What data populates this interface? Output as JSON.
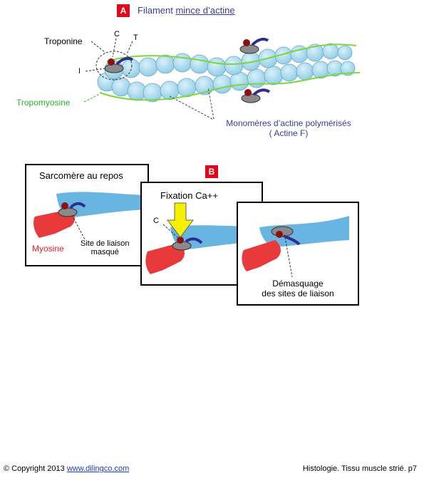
{
  "panel_a": {
    "badge": "A",
    "title_prefix": "Filament ",
    "title_link": "mince d’actine",
    "label_troponine": "Troponine",
    "label_c": "C",
    "label_t": "T",
    "label_i": "I",
    "label_tropomyosine": "Tropomyosine",
    "label_monomeres_line1": "Monomères d’actine polymérisés",
    "label_monomeres_line2": "( Actine F)"
  },
  "panel_b": {
    "badge": "B",
    "box1_title": "Sarcomère au repos",
    "box1_myosine": "Myosine",
    "box1_site_line1": "Site de liaison",
    "box1_site_line2": "masqué",
    "box2_title": "Fixation Ca++",
    "box2_c": "C",
    "box3_line1": "Démasquage",
    "box3_line2": "des sites de liaison"
  },
  "footer": {
    "copyright": "© Copyright 2013 ",
    "link": "www.dilingco.com",
    "right": "Histologie. Tissu muscle strié. p7"
  },
  "colors": {
    "badge_red": "#e3061b",
    "actin_blue": "#a8dcef",
    "tropomyosin_green": "#7cd63e",
    "myosin_red": "#e83a3a",
    "troponin_grey": "#8a8a8a",
    "troponin_darkred": "#8b1010",
    "troponin_navy": "#2e2e8f",
    "arrow_yellow": "#f4f000"
  }
}
